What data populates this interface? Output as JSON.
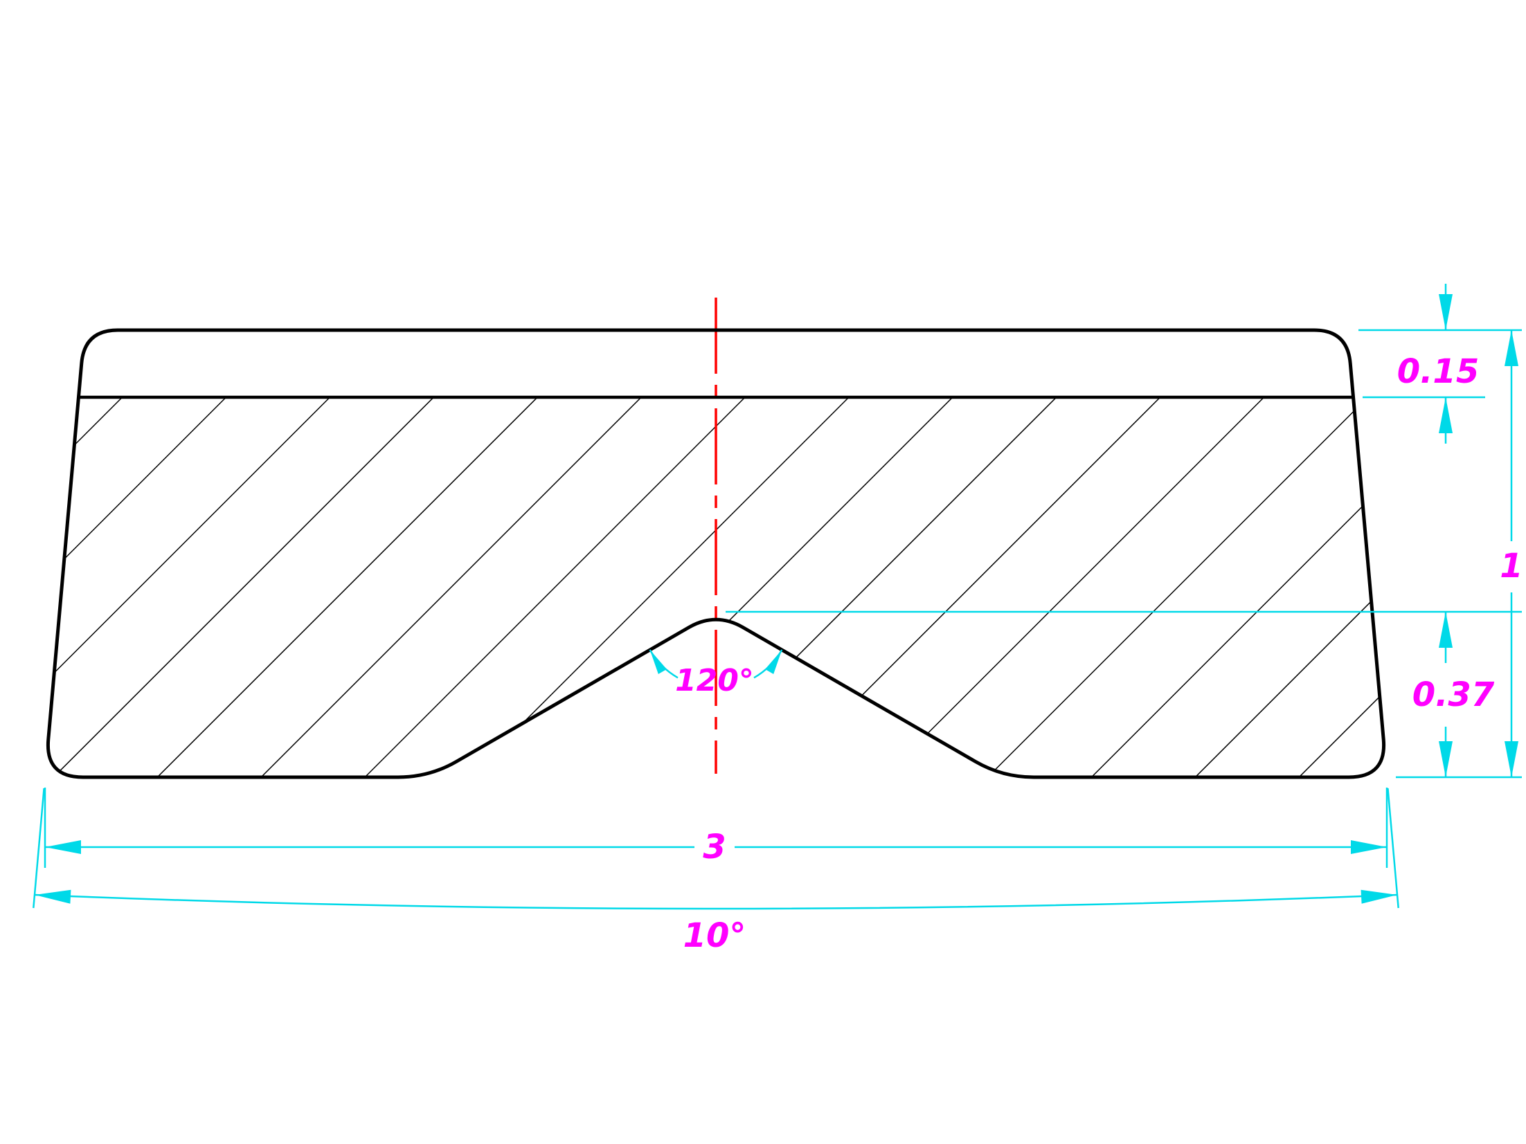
{
  "drawing": {
    "type": "cross-section technical drawing",
    "dimensions": {
      "layer_thickness": "0.15",
      "overall_height": "1",
      "notch_depth": "0.37",
      "overall_width": "3",
      "side_draft_angle": "10°",
      "notch_included_angle": "120°"
    }
  },
  "colors": {
    "background": "#ffffff",
    "outline": "#000000",
    "hatch": "#000000",
    "dimension": "#00d9e8",
    "dimension_text": "#ff00ff",
    "centerline": "#ff0000"
  }
}
